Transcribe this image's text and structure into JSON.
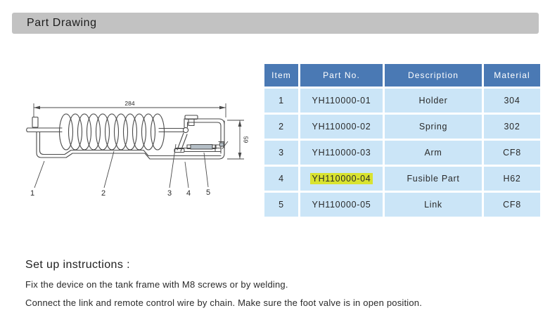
{
  "header": {
    "title": "Part Drawing"
  },
  "drawing": {
    "overall_length_dim": "284",
    "end_height_dim": "59",
    "callouts": [
      "1",
      "2",
      "3",
      "4",
      "5"
    ]
  },
  "table": {
    "headers": [
      "Item",
      "Part No.",
      "Description",
      "Material"
    ],
    "rows": [
      {
        "item": "1",
        "part_no": "YH110000-01",
        "description": "Holder",
        "material": "304"
      },
      {
        "item": "2",
        "part_no": "YH110000-02",
        "description": "Spring",
        "material": "302"
      },
      {
        "item": "3",
        "part_no": "YH110000-03",
        "description": "Arm",
        "material": "CF8"
      },
      {
        "item": "4",
        "part_no": "YH110000-04",
        "description": "Fusible Part",
        "material": "H62"
      },
      {
        "item": "5",
        "part_no": "YH110000-05",
        "description": "Link",
        "material": "CF8"
      }
    ],
    "highlighted_part_no": "YH110000-04"
  },
  "instructions": {
    "title": "Set up instructions :",
    "lines": [
      "Fix the device on the tank frame with M8 screws or by welding.",
      "Connect the link and remote control wire by chain. Make sure the foot valve is in open position."
    ]
  },
  "colors": {
    "title_bar_bg": "#c2c2c2",
    "table_header_bg": "#4a79b4",
    "table_row_bg": "#cbe5f7",
    "highlight_bg": "#d9e330",
    "line_color": "#4a4a4a"
  }
}
